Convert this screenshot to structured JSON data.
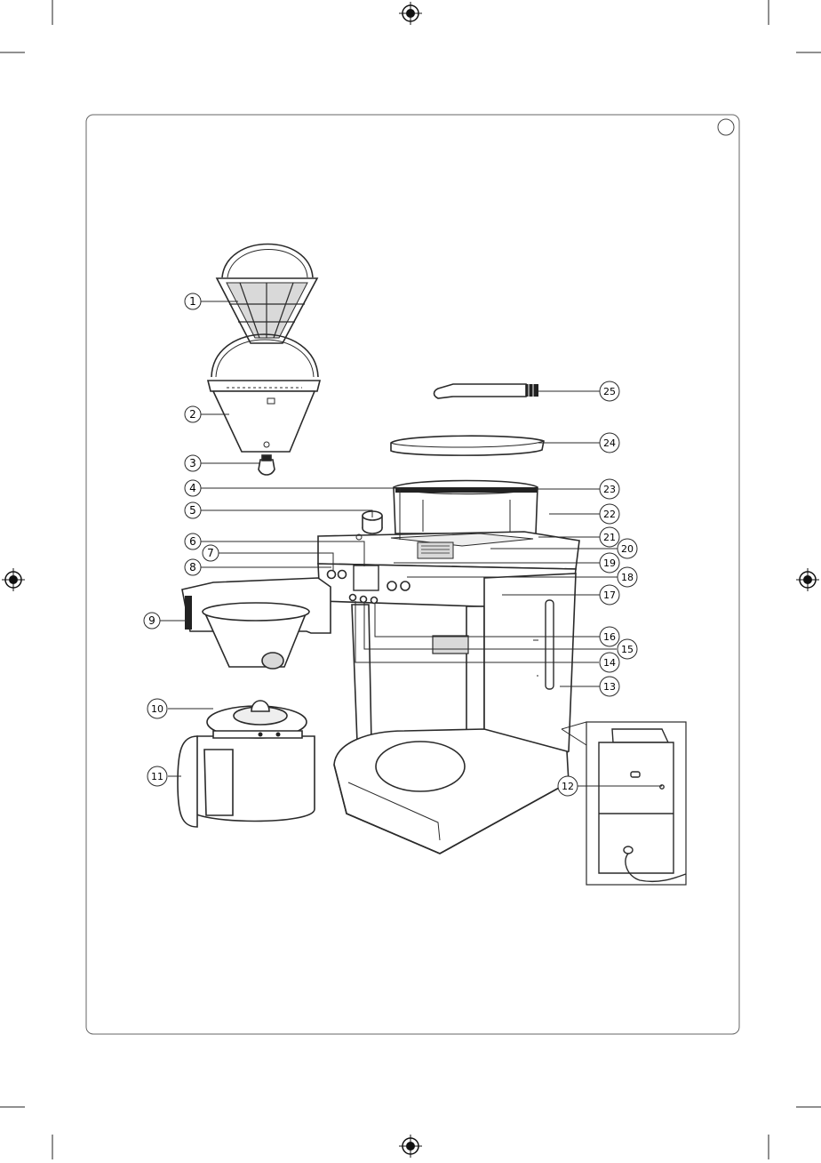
{
  "page": {
    "background": "#ffffff",
    "frame_color": "#666666",
    "line_color": "#2a2a2a",
    "fill_gray": "#d9d9d9"
  },
  "marks": {
    "registration_mark_icons": [
      "registration-mark-icon",
      "registration-mark-icon",
      "registration-mark-icon",
      "registration-mark-icon"
    ],
    "crop_mark_icons": "crop-mark-icon"
  },
  "diagram": {
    "callouts": [
      "1",
      "2",
      "3",
      "4",
      "5",
      "6",
      "7",
      "8",
      "9",
      "10",
      "11",
      "12",
      "13",
      "14",
      "15",
      "16",
      "17",
      "18",
      "19",
      "20",
      "21",
      "22",
      "23",
      "24",
      "25"
    ]
  }
}
